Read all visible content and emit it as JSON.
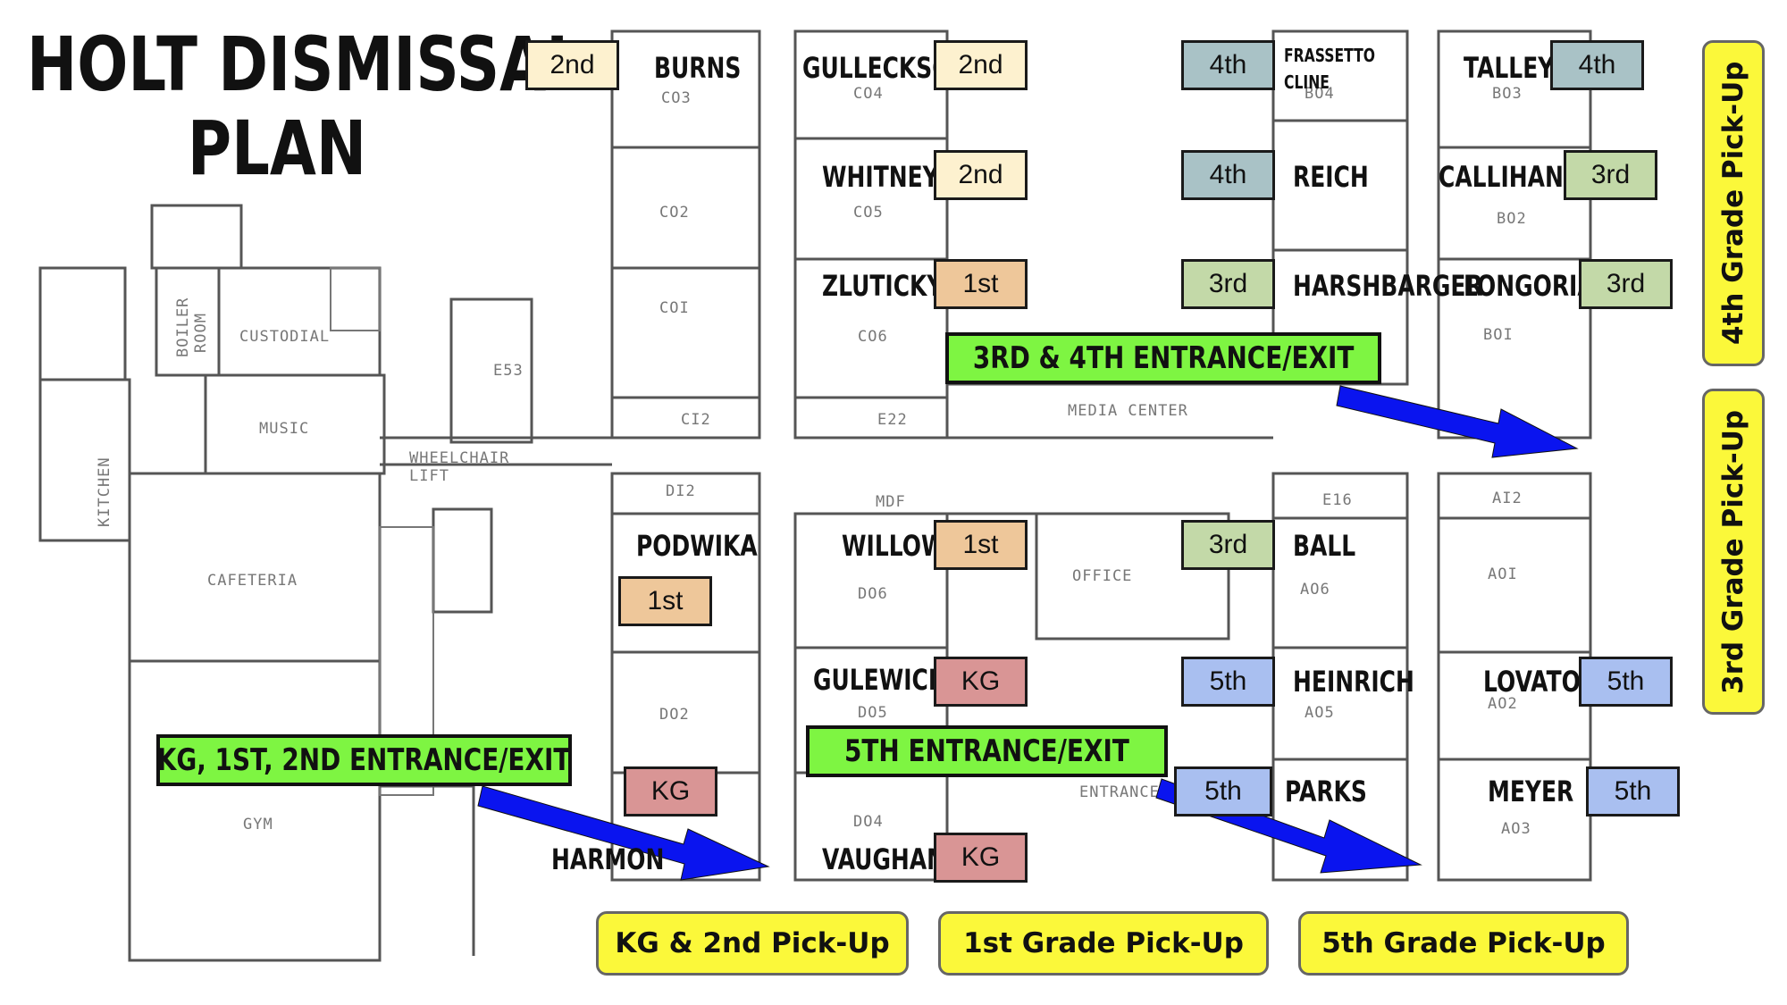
{
  "title": [
    "HOLT DISMISSAL",
    "PLAN"
  ],
  "rooms": {
    "C03": "CO3",
    "C04": "CO4",
    "C02": "CO2",
    "C05": "CO5",
    "C01": "COI",
    "C06": "CO6",
    "C12": "CI2",
    "E22": "E22",
    "E53": "E53",
    "B04": "BO4",
    "B03": "BO3",
    "B02": "BO2",
    "B01": "BOI",
    "MEDIA": "MEDIA CENTER",
    "D12": "DI2",
    "MDF": "MDF",
    "E16": "E16",
    "A12": "AI2",
    "D06": "DO6",
    "OFFICE": "OFFICE",
    "A06": "AO6",
    "A01": "AOI",
    "D02": "DO2",
    "D05": "DO5",
    "A05": "AO5",
    "A02": "AO2",
    "D04": "DO4",
    "A03": "AO3",
    "ENTRANCE": "ENTRANCE",
    "CUSTODIAL": "CUSTODIAL",
    "BOILER": "BOILER",
    "ROOM": "ROOM",
    "MUSIC": "MUSIC",
    "KITCHEN": "KITCHEN",
    "CAFETERIA": "CAFETERIA",
    "GYM": "GYM",
    "WHEELCHAIR": "WHEELCHAIR",
    "LIFT": "LIFT"
  },
  "teachers": [
    {
      "id": "burns",
      "name": "BURNS",
      "grade": "2nd",
      "g": "g2"
    },
    {
      "id": "gulleckson",
      "name": "GULLECKSON",
      "grade": "2nd",
      "g": "g2"
    },
    {
      "id": "whitney",
      "name": "WHITNEY",
      "grade": "2nd",
      "g": "g2"
    },
    {
      "id": "zluticky",
      "name": "ZLUTICKY",
      "grade": "1st",
      "g": "g1"
    },
    {
      "id": "podwika",
      "name": "PODWIKA",
      "grade": "1st",
      "g": "g1"
    },
    {
      "id": "willow",
      "name": "WILLOW",
      "grade": "1st",
      "g": "g1"
    },
    {
      "id": "gulewich",
      "name": "GULEWICH",
      "grade": "KG",
      "g": "gk"
    },
    {
      "id": "harmon",
      "name": "HARMON",
      "grade": "KG",
      "g": "gk"
    },
    {
      "id": "vaughan",
      "name": "VAUGHAN",
      "grade": "KG",
      "g": "gk"
    },
    {
      "id": "frassetto",
      "name": "FRASSETTO",
      "name2": "CLINE",
      "grade": "4th",
      "g": "g4"
    },
    {
      "id": "talley",
      "name": "TALLEY",
      "grade": "4th",
      "g": "g4"
    },
    {
      "id": "reich",
      "name": "REICH",
      "grade": "4th",
      "g": "g4"
    },
    {
      "id": "callihan",
      "name": "CALLIHAN",
      "grade": "3rd",
      "g": "g3"
    },
    {
      "id": "harshbarger",
      "name": "HARSHBARGER",
      "grade": "3rd",
      "g": "g3"
    },
    {
      "id": "longoria",
      "name": "LONGORIA",
      "grade": "3rd",
      "g": "g3"
    },
    {
      "id": "ball",
      "name": "BALL",
      "grade": "3rd",
      "g": "g3"
    },
    {
      "id": "heinrich",
      "name": "HEINRICH",
      "grade": "5th",
      "g": "g5"
    },
    {
      "id": "lovato",
      "name": "LOVATO",
      "grade": "5th",
      "g": "g5"
    },
    {
      "id": "parks",
      "name": "PARKS",
      "grade": "5th",
      "g": "g5"
    },
    {
      "id": "meyer",
      "name": "MEYER",
      "grade": "5th",
      "g": "g5"
    }
  ],
  "entrances": {
    "e34": "3RD & 4TH  ENTRANCE/EXIT",
    "ek12": "KG, 1ST, 2ND  ENTRANCE/EXIT",
    "e5": "5TH ENTRANCE/EXIT"
  },
  "pickups": {
    "kg2": "KG & 2nd Pick-Up",
    "g1": "1st Grade Pick-Up",
    "g5": "5th Grade Pick-Up",
    "g4": "4th Grade Pick-Up",
    "g3": "3rd Grade Pick-Up"
  },
  "colors": {
    "entrance_green": "#7ef542",
    "pickup_yellow": "#fbf83a",
    "arrow_blue": "#0a14ef",
    "grade_2nd": "#fdf1cf",
    "grade_1st": "#eec79a",
    "grade_kg": "#d99595",
    "grade_3rd": "#c3d9a8",
    "grade_4th": "#a9c2c6",
    "grade_5th": "#a9bff0"
  }
}
